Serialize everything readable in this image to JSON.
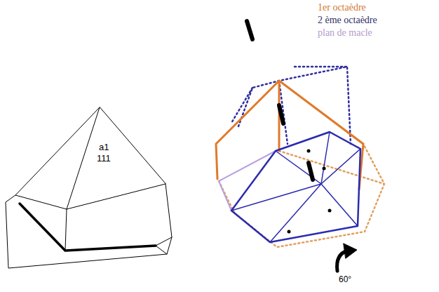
{
  "diagram": {
    "labels": [
      "a1",
      "111",
      "60°"
    ],
    "legend": [
      {
        "text": "1er octaèdre",
        "color": "#d07a35"
      },
      {
        "text": "2 ème octaèdre",
        "color": "#2e2e66"
      },
      {
        "text": "plan de macle",
        "color": "#b49ac8"
      }
    ]
  }
}
